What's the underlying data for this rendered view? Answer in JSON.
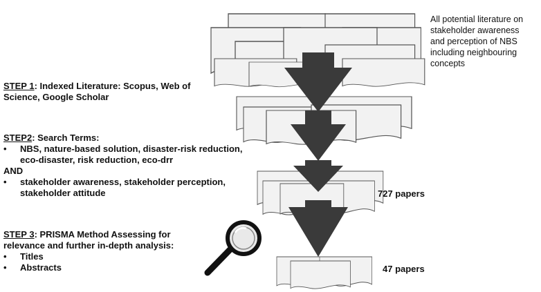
{
  "top_note": [
    "All potential literature on",
    "stakeholder awareness",
    "and perception of NBS",
    "including neighbouring",
    "concepts"
  ],
  "step1": {
    "label": "STEP 1",
    "text_line1": ": Indexed Literature: Scopus, Web of",
    "text_line2": "Science, Google Scholar"
  },
  "step2": {
    "label": "STEP2",
    "title_rest": ": Search Terms:",
    "bullet1": [
      "NBS, nature-based solution, disaster-risk reduction,",
      "eco-disaster, risk reduction, eco-drr"
    ],
    "and": "AND",
    "bullet2": [
      "stakeholder awareness, stakeholder perception,",
      "stakeholder attitude"
    ]
  },
  "step3": {
    "label": "STEP 3",
    "title_rest": ": PRISMA Method Assessing for",
    "line2": "relevance and further in-depth analysis:",
    "items": [
      "Titles",
      "Abstracts"
    ]
  },
  "counts": {
    "stage3": "727 papers",
    "stage4": "47 papers"
  },
  "bullet_char": "•",
  "colors": {
    "arrow": "#3a3a3a",
    "paper_fill": "#f2f2f2",
    "paper_stroke": "#555555"
  },
  "icons": [
    "magnifier-icon"
  ]
}
